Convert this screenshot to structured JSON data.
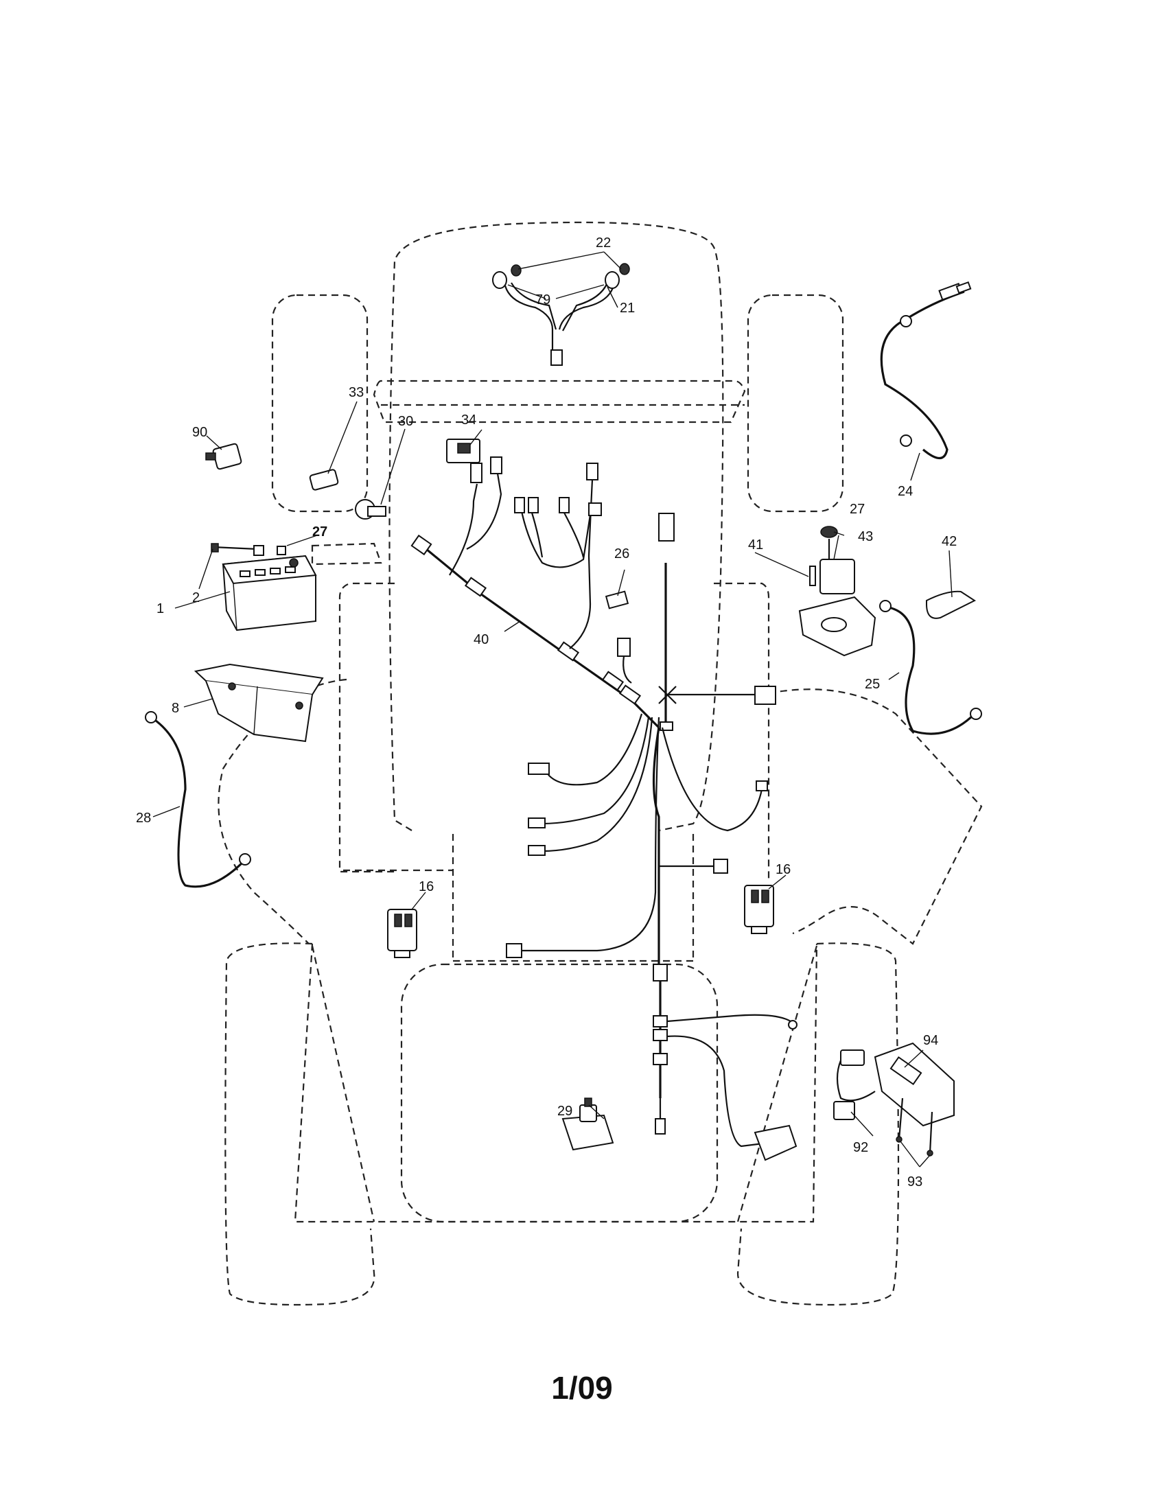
{
  "callouts": {
    "c1": "1",
    "c2": "2",
    "c8": "8",
    "c16a": "16",
    "c16b": "16",
    "c21": "21",
    "c22": "22",
    "c24": "24",
    "c25": "25",
    "c26": "26",
    "c27a": "27",
    "c27b": "27",
    "c28": "28",
    "c29": "29",
    "c30": "30",
    "c33": "33",
    "c34": "34",
    "c40": "40",
    "c41": "41",
    "c42": "42",
    "c43": "43",
    "c79": "79",
    "c90": "90",
    "c92": "92",
    "c93": "93",
    "c94": "94"
  },
  "page": {
    "number": "1/09"
  }
}
